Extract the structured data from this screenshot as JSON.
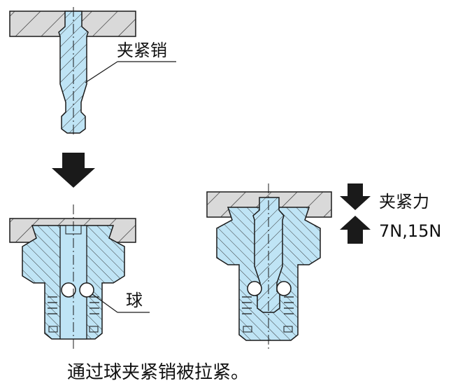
{
  "labels": {
    "clamp_pin": "夹紧销",
    "ball": "球",
    "clamp_force": "夹紧力",
    "force_values": "7N,15N",
    "caption": "通过球夹紧销被拉紧。"
  },
  "colors": {
    "part_fill": "#bfe4f5",
    "plate_fill": "#d9d9d9",
    "outline": "#1a1a1a",
    "arrow": "#1a1a1a"
  },
  "icons": {
    "process_arrow": "down-arrow-icon",
    "force_down": "down-arrow-icon",
    "force_up": "up-arrow-icon"
  }
}
